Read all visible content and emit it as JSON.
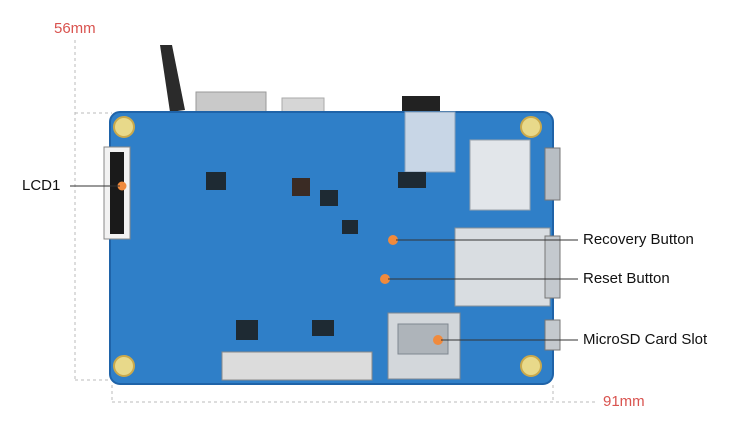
{
  "dimensions": {
    "height_label": "56mm",
    "width_label": "91mm"
  },
  "callouts": {
    "lcd": "LCD1",
    "recovery": "Recovery Button",
    "reset": "Reset Button",
    "microsd": "MicroSD Card Slot"
  },
  "colors": {
    "board": "#2f7fc8",
    "board_dark": "#1f63a8",
    "accent_dot": "#f08a3c",
    "dimension_text": "#d9534f",
    "leader_line": "#333333",
    "dashed_line": "#bbbbbb"
  }
}
